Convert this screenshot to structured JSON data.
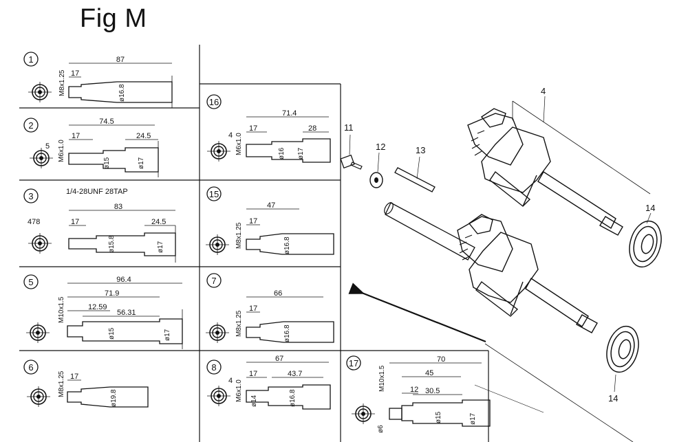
{
  "title": "Fig M",
  "shafts": [
    {
      "id": "1",
      "thread": "M8x1.25",
      "dims": [
        "87",
        "17"
      ],
      "dia": [
        "ø16.8"
      ]
    },
    {
      "id": "2",
      "thread": "M6x1.0",
      "dims": [
        "74.5",
        "17",
        "24.5"
      ],
      "dia": [
        "ø15",
        "ø17"
      ],
      "extra": "5"
    },
    {
      "id": "3",
      "thread": "",
      "dims": [
        "83",
        "17",
        "24.5"
      ],
      "dia": [
        "ø15.8",
        "ø17"
      ],
      "extra": "478",
      "note": "1/4-28UNF 28TAP"
    },
    {
      "id": "5",
      "thread": "M10x1.5",
      "dims": [
        "96.4",
        "71.9",
        "12.59",
        "56.31"
      ],
      "dia": [
        "ø15",
        "ø17"
      ]
    },
    {
      "id": "6",
      "thread": "M8x1.25",
      "dims": [
        "17"
      ],
      "dia": [
        "ø19.8"
      ]
    },
    {
      "id": "16",
      "thread": "M6x1.0",
      "dims": [
        "71.4",
        "17",
        "28"
      ],
      "dia": [
        "ø16",
        "ø17"
      ],
      "extra": "4"
    },
    {
      "id": "15",
      "thread": "M8x1.25",
      "dims": [
        "47",
        "17"
      ],
      "dia": [
        "ø16.8"
      ]
    },
    {
      "id": "7",
      "thread": "M8x1.25",
      "dims": [
        "66",
        "17"
      ],
      "dia": [
        "ø16.8"
      ]
    },
    {
      "id": "8",
      "thread": "M6x1.0",
      "dims": [
        "67",
        "17",
        "43.7"
      ],
      "dia": [
        "ø14",
        "ø16.8"
      ],
      "extra": "4"
    },
    {
      "id": "17",
      "thread": "M10x1.5",
      "dims": [
        "70",
        "45",
        "12",
        "30.5"
      ],
      "dia": [
        "ø6",
        "ø15",
        "ø17"
      ]
    }
  ],
  "callouts": [
    "4",
    "11",
    "12",
    "13",
    "14",
    "14"
  ]
}
